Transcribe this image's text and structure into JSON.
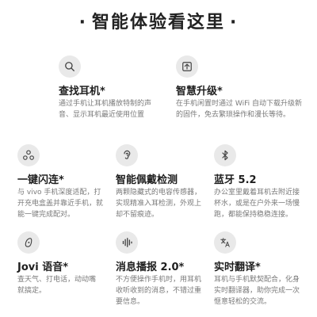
{
  "header": {
    "title": "智能体验看这里",
    "dot": "·"
  },
  "features": [
    {
      "icon": "search-icon",
      "title": "查找耳机*",
      "desc": "通过手机让耳机播放特制的声音、显示耳机最近使用位置"
    },
    {
      "icon": "upgrade-icon",
      "title": "智慧升级*",
      "desc": "在手机闲置时通过 WiFi 自动下载升级新的固件，免去繁琐操作和漫长等待。"
    },
    {
      "icon": "flash-connect-icon",
      "title": "一键闪连*",
      "desc": "与 vivo 手机深度适配，打开充电盒盖并靠近手机，就能一键完成配对。"
    },
    {
      "icon": "ear-detect-icon",
      "title": "智能佩戴检测",
      "desc": "两颗隐藏式的电容传感器，实现精准入耳检测，外观上却不留痕迹。"
    },
    {
      "icon": "bluetooth-icon",
      "title": "蓝牙 5.2",
      "desc": "办公室里戴着耳机去附近接杯水，或是在户外来一场慢跑，都能保持稳稳连接。"
    },
    {
      "icon": "jovi-icon",
      "title": "Jovi 语音*",
      "desc": "查天气、打电话，动动嘴就搞定。"
    },
    {
      "icon": "message-broadcast-icon",
      "title": "消息播报 2.0*",
      "desc": "不方便操作手机时，用耳机收听收到的消息，不错过重要信息。"
    },
    {
      "icon": "translate-icon",
      "title": "实时翻译*",
      "desc": "耳机与手机默契配合，化身实时翻译器，助你完成一次愜意轻松的交流。"
    }
  ]
}
